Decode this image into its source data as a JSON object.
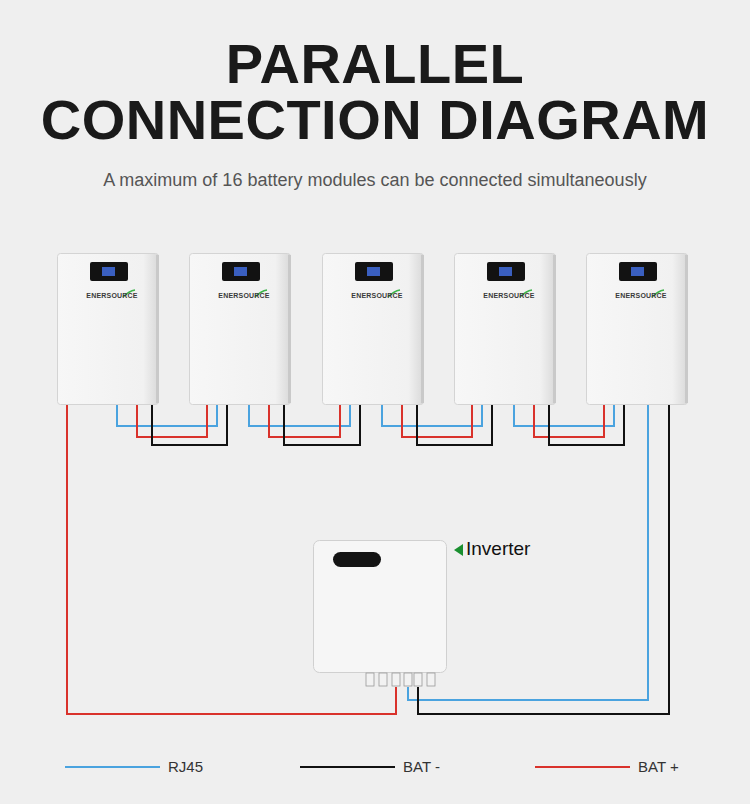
{
  "diagram": {
    "title": "PARALLEL CONNECTION DIAGRAM",
    "caption": "A maximum of 16 battery modules can be connected simultaneously",
    "nodes": [
      {
        "text": [
          "ENERSOURCE"
        ]
      },
      {
        "text": [
          "ENERSOURCE"
        ]
      },
      {
        "text": [
          "ENERSOURCE"
        ]
      },
      {
        "text": [
          "ENERSOURCE"
        ]
      },
      {
        "text": [
          "ENERSOURCE"
        ]
      },
      {
        "text": [
          "Inverter"
        ]
      }
    ],
    "edges": [
      {
        "from": 0,
        "to": 1,
        "arrow": "none"
      },
      {
        "from": 0,
        "to": 1,
        "arrow": "none"
      },
      {
        "from": 0,
        "to": 1,
        "arrow": "none"
      },
      {
        "from": 1,
        "to": 2,
        "arrow": "none"
      },
      {
        "from": 1,
        "to": 2,
        "arrow": "none"
      },
      {
        "from": 1,
        "to": 2,
        "arrow": "none"
      },
      {
        "from": 2,
        "to": 3,
        "arrow": "none"
      },
      {
        "from": 2,
        "to": 3,
        "arrow": "none"
      },
      {
        "from": 2,
        "to": 3,
        "arrow": "none"
      },
      {
        "from": 3,
        "to": 4,
        "arrow": "none"
      },
      {
        "from": 3,
        "to": 4,
        "arrow": "none"
      },
      {
        "from": 3,
        "to": 4,
        "arrow": "none"
      },
      {
        "from": 0,
        "to": 5,
        "arrow": "none"
      },
      {
        "from": 4,
        "to": 5,
        "arrow": "none"
      },
      {
        "from": 4,
        "to": 5,
        "arrow": "none"
      }
    ],
    "legend": [
      {
        "text": "RJ45"
      },
      {
        "text": "BAT -"
      },
      {
        "text": "BAT +"
      }
    ]
  }
}
